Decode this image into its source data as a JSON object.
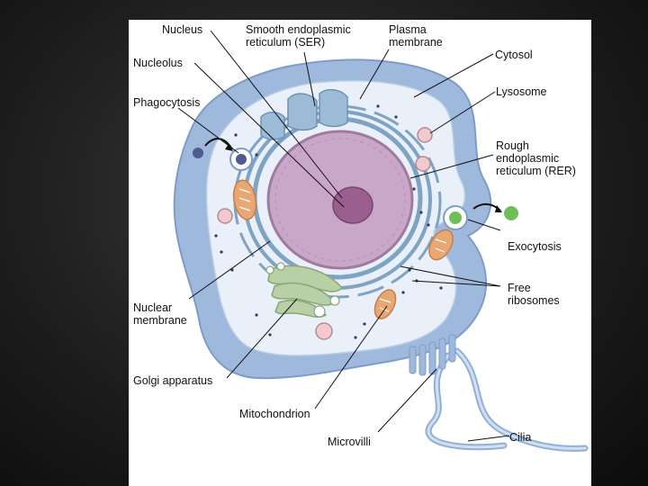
{
  "labels": {
    "nucleus": "Nucleus",
    "ser_line1": "Smooth endoplasmic",
    "ser_line2": "reticulum (SER)",
    "plasma_line1": "Plasma",
    "plasma_line2": "membrane",
    "cytosol": "Cytosol",
    "nucleolus": "Nucleolus",
    "phagocytosis": "Phagocytosis",
    "lysosome": "Lysosome",
    "rer_line1": "Rough",
    "rer_line2": "endoplasmic",
    "rer_line3": "reticulum (RER)",
    "exocytosis": "Exocytosis",
    "free_ribo_line1": "Free",
    "free_ribo_line2": "ribosomes",
    "nuclear_mem_line1": "Nuclear",
    "nuclear_mem_line2": "membrane",
    "golgi": "Golgi apparatus",
    "mitochondrion": "Mitochondrion",
    "microvilli": "Microvilli",
    "cilia": "Cilia"
  },
  "colors": {
    "background": "#1e1e1e",
    "panel": "#ffffff",
    "membrane": "#9fb9dd",
    "cytoplasm": "#e6eef8",
    "nucleus": "#c9a7c9",
    "nucleolus": "#9b5f8f",
    "er": "#7fa3c2",
    "golgi": "#b9cfa6",
    "mitochondria": "#e8a773",
    "lysosome": "#f1c9cf",
    "vesicle_cargo_phago": "#4f5a8f",
    "vesicle_cargo_exo": "#6fbf59"
  }
}
